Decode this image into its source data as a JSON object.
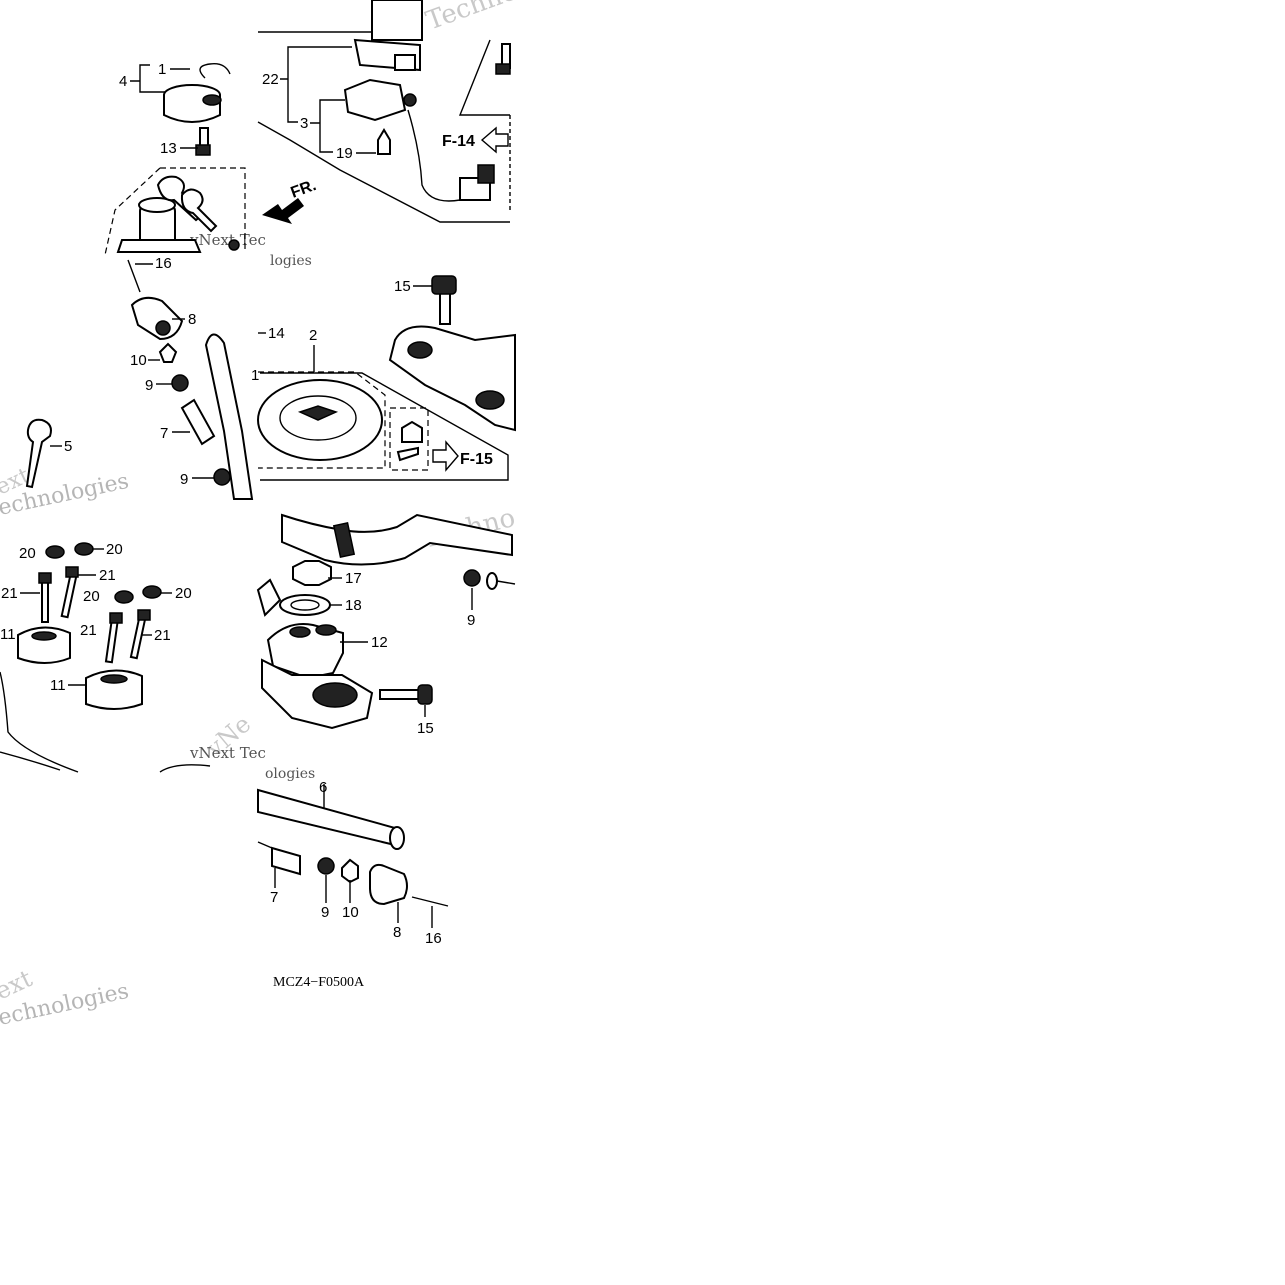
{
  "diagram_code": "MCZ4−F0500A",
  "front_arrow_label": "FR.",
  "refs": {
    "f14": "F-14",
    "f15": "F-15"
  },
  "watermarks": {
    "vnext_tec": "vNext Tec",
    "vnext_technologies": "vNext Technologies",
    "technologies": "Technologies",
    "tiles": [
      "Techno",
      "vNext Tec",
      "logies",
      "ext",
      "echnologies",
      "Techno",
      "vNe",
      "vNext Tec",
      "ologies",
      "ext",
      "echnologies"
    ]
  },
  "callouts": {
    "c1": "1",
    "c4": "4",
    "c13": "13",
    "c16a": "16",
    "c8a": "8",
    "c10a": "10",
    "c9a": "9",
    "c7a": "7",
    "c9b": "9",
    "c5": "5",
    "c22": "22",
    "c3": "3",
    "c19": "19",
    "c15a": "15",
    "c14": "14",
    "c2": "2",
    "c1b": "1",
    "c20a": "20",
    "c20b": "20",
    "c20c": "20",
    "c20d": "20",
    "c21a": "21",
    "c21b": "21",
    "c21c": "21",
    "c21d": "21",
    "c11a": "11",
    "c11b": "11",
    "c17": "17",
    "c18": "18",
    "c12": "12",
    "c15b": "15",
    "c9c": "9",
    "c6": "6",
    "c7b": "7",
    "c9d": "9",
    "c10b": "10",
    "c8b": "8",
    "c16b": "16"
  }
}
